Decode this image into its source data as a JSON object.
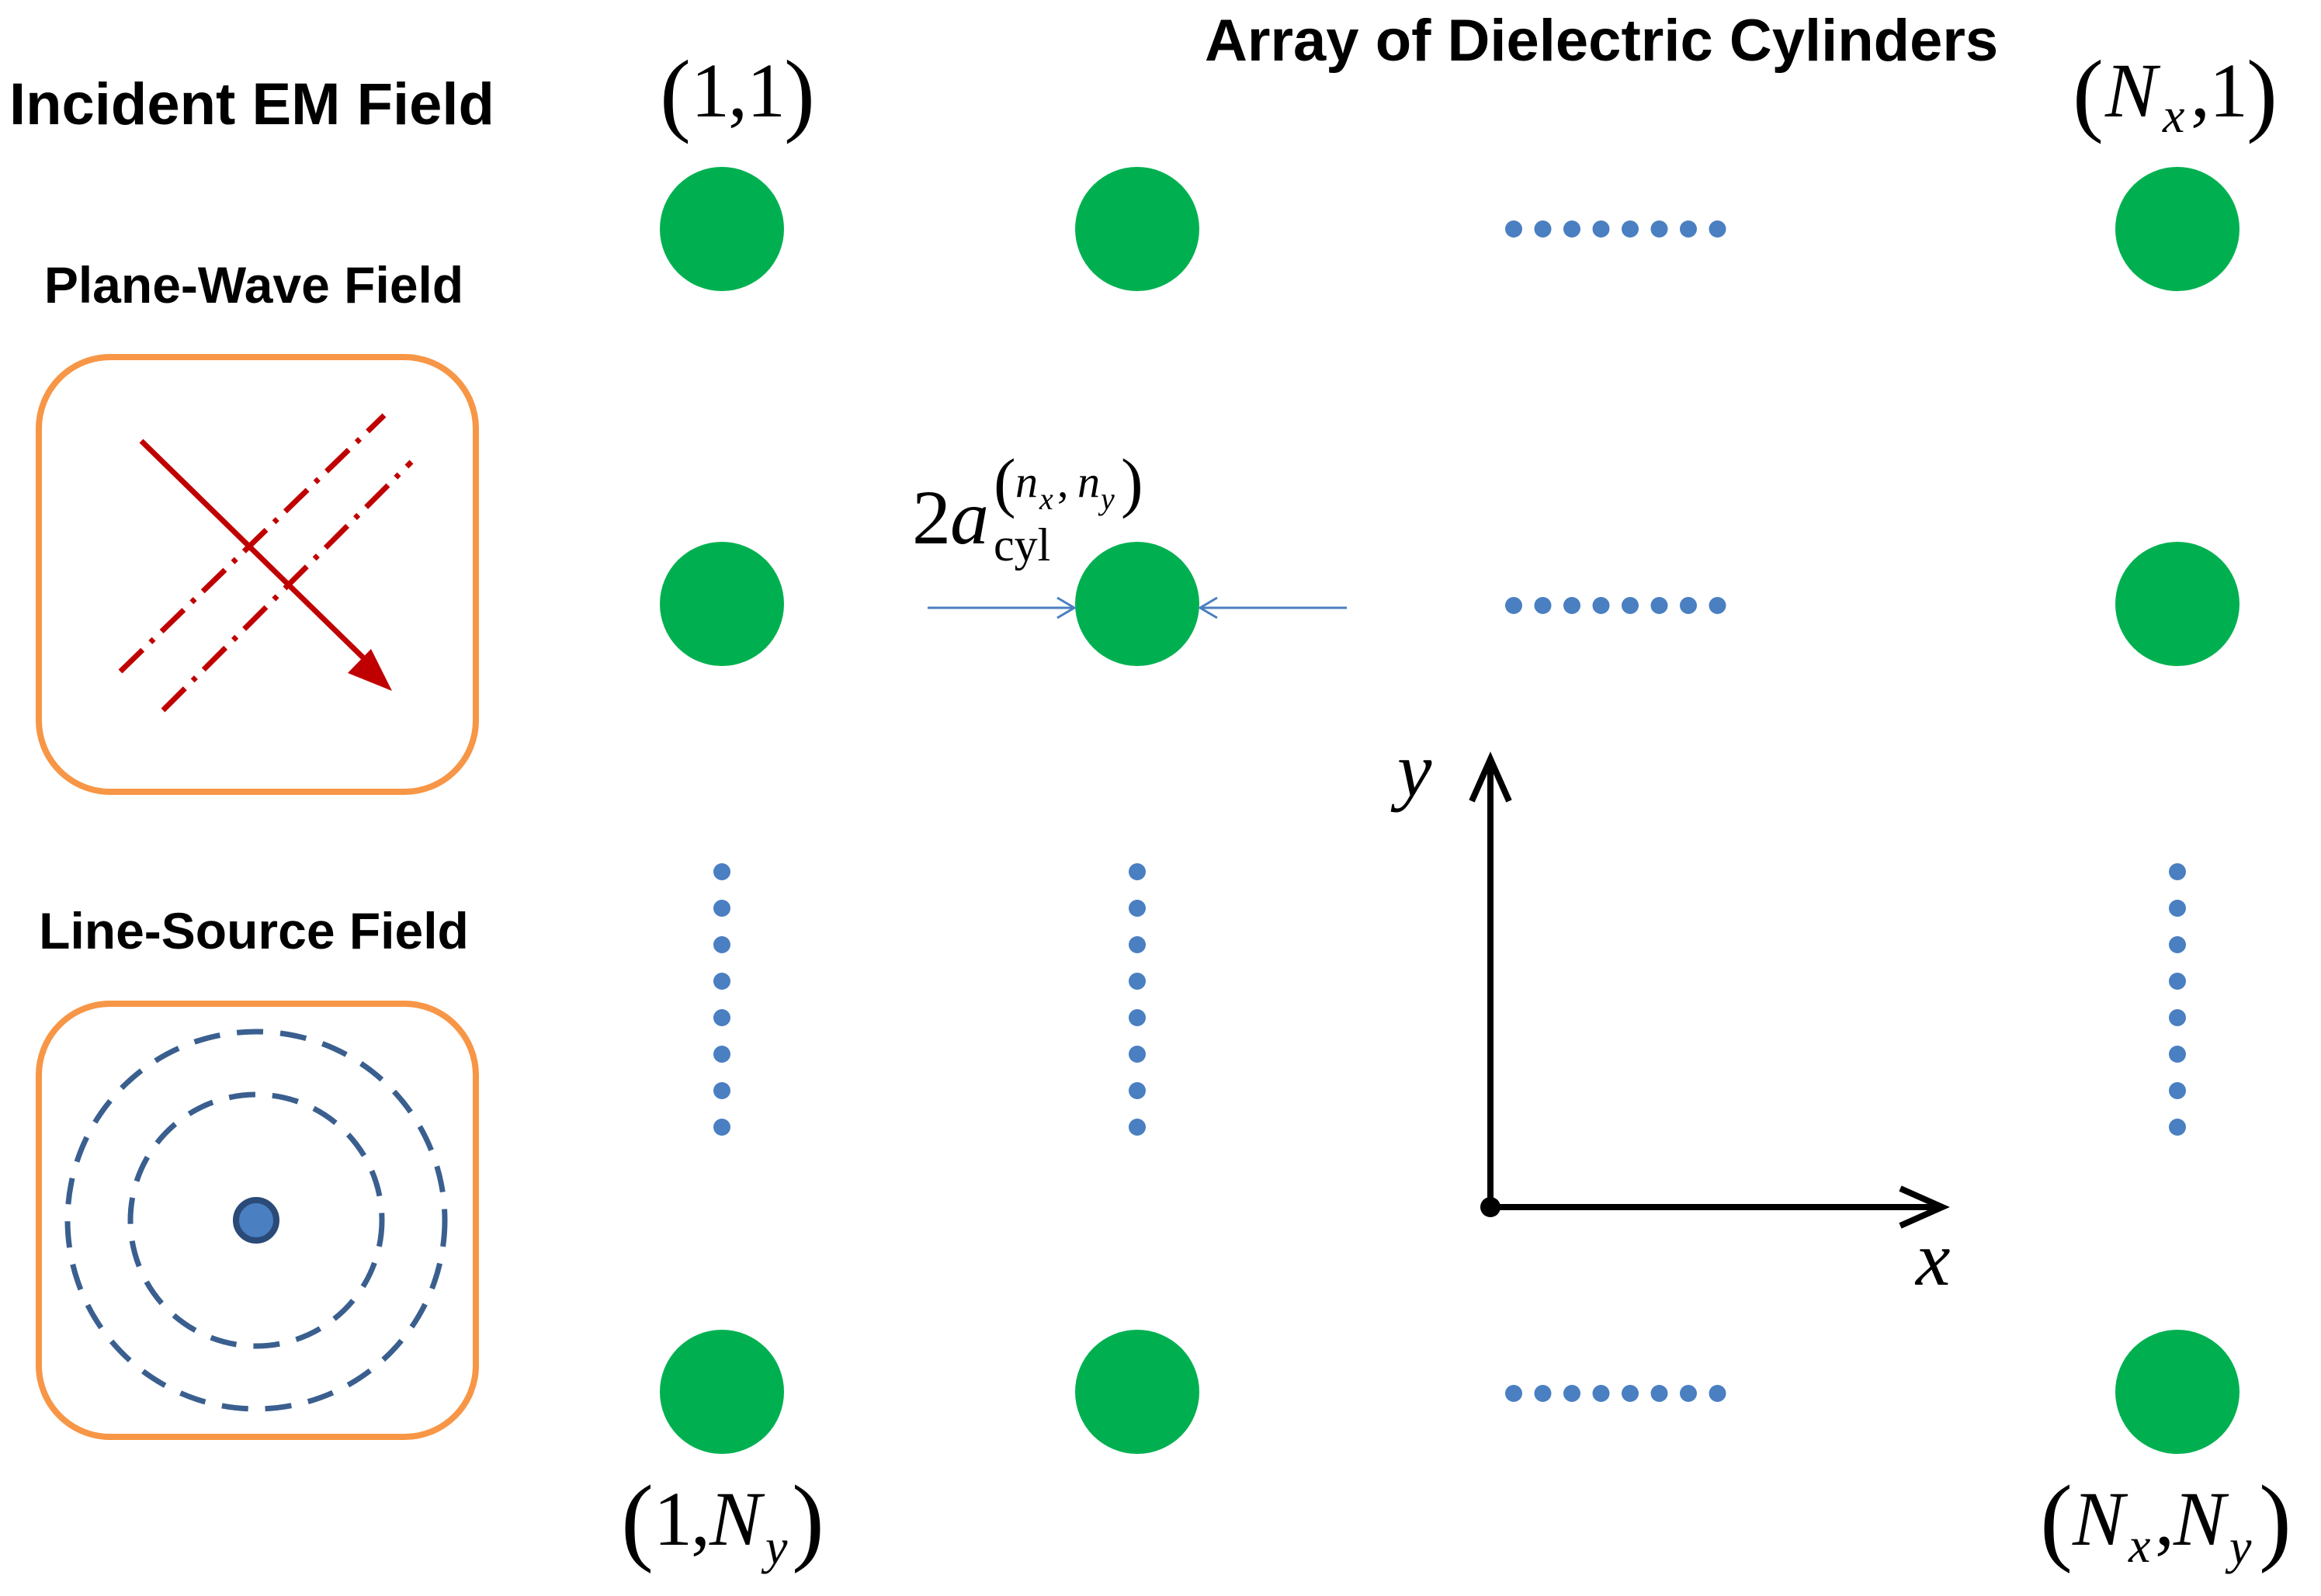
{
  "headings": {
    "incident": "Incident EM Field",
    "array": "Array of Dielectric Cylinders",
    "plane_wave": "Plane-Wave Field",
    "line_source": "Line-Source Field"
  },
  "corner_labels": {
    "top_left": {
      "open": "(",
      "first": "1",
      "comma": ",",
      "second": "1",
      "close": ")"
    },
    "top_right": {
      "open": "(",
      "first": "N",
      "first_sub": "x",
      "comma": ",",
      "second": "1",
      "close": ")"
    },
    "bottom_left": {
      "open": "(",
      "first": "1",
      "comma": ",",
      "second": "N",
      "second_sub": "y",
      "close": ")"
    },
    "bottom_right": {
      "open": "(",
      "first": "N",
      "first_sub": "x",
      "comma": ",",
      "second": "N",
      "second_sub": "y",
      "close": ")"
    }
  },
  "radius_label": {
    "coef": "2",
    "var": "a",
    "sub": "cyl",
    "sup_open": "(",
    "sup_n1": "n",
    "sup_n1_sub": "x",
    "sup_comma": ",",
    "sup_n2": "n",
    "sup_n2_sub": "y",
    "sup_close": ")"
  },
  "axes": {
    "x_label": "x",
    "y_label": "y"
  },
  "colors": {
    "cylinder": "#00b050",
    "ellipsis_dots": "#4a7fc1",
    "panel_border": "#f79646",
    "plane_wave": "#c00000",
    "line_source": "#3a5f8f",
    "axes": "#000000",
    "dimension_arrow": "#4a7fc1"
  }
}
